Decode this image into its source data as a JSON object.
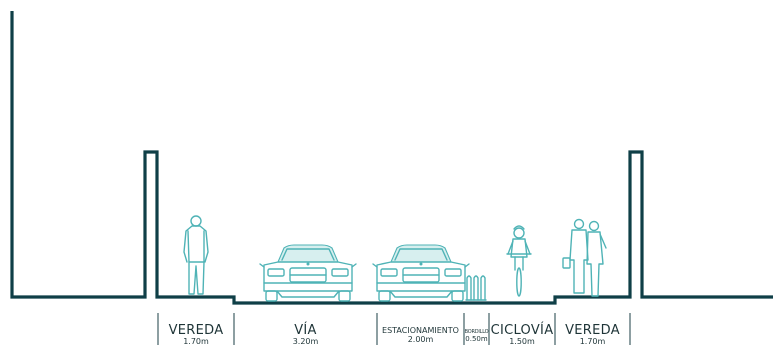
{
  "segments": [
    {
      "name": "VEREDA",
      "width": "1.70m"
    },
    {
      "name": "VÍA",
      "width": "3.20m"
    },
    {
      "name": "ESTACIONAMIENTO",
      "width": "2.00m"
    },
    {
      "name": "BORDILLO",
      "width": "0.50m"
    },
    {
      "name": "CICLOVÍA",
      "width": "1.50m"
    },
    {
      "name": "VEREDA",
      "width": "1.70m"
    }
  ],
  "colors": {
    "profile": "#0f3f47",
    "figures": "#4fb3b6",
    "text": "#1e3437"
  },
  "icons": [
    "pedestrian-icon",
    "car-icon",
    "car-icon",
    "bollard-icon",
    "cyclist-icon",
    "pedestrian-couple-icon"
  ]
}
